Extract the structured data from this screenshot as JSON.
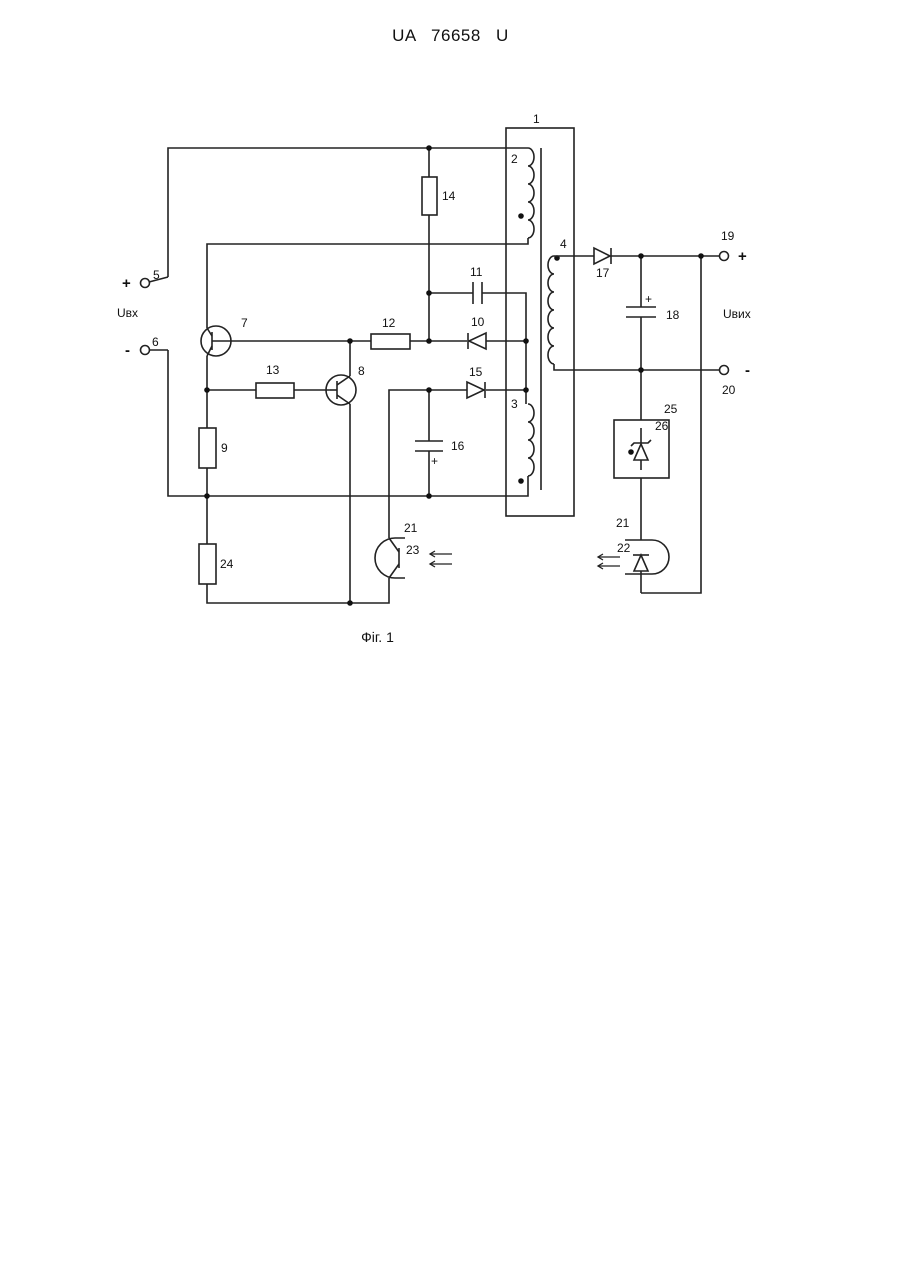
{
  "document": {
    "header": "UA 76658 U",
    "caption": "Фіг. 1"
  },
  "schematic": {
    "labels": {
      "transformer": "1",
      "winding_2": "2",
      "winding_3": "3",
      "winding_4": "4",
      "terminal_5": "5",
      "terminal_6": "6",
      "transistor_7": "7",
      "transistor_8": "8",
      "resistor_9": "9",
      "diode_10": "10",
      "capacitor_11": "11",
      "resistor_12": "12",
      "resistor_13": "13",
      "resistor_14": "14",
      "diode_15": "15",
      "capacitor_16": "16",
      "diode_17": "17",
      "capacitor_18": "18",
      "terminal_19": "19",
      "terminal_20": "20",
      "optocoupler_21a": "21",
      "optocoupler_21b": "21",
      "led_22": "22",
      "phototransistor_23": "23",
      "resistor_24": "24",
      "module_25": "25",
      "zener_26": "26"
    },
    "input_voltage": "Uвх",
    "output_voltage": "Uвих",
    "plus": "+",
    "minus": "-",
    "cap_plus": "+"
  }
}
